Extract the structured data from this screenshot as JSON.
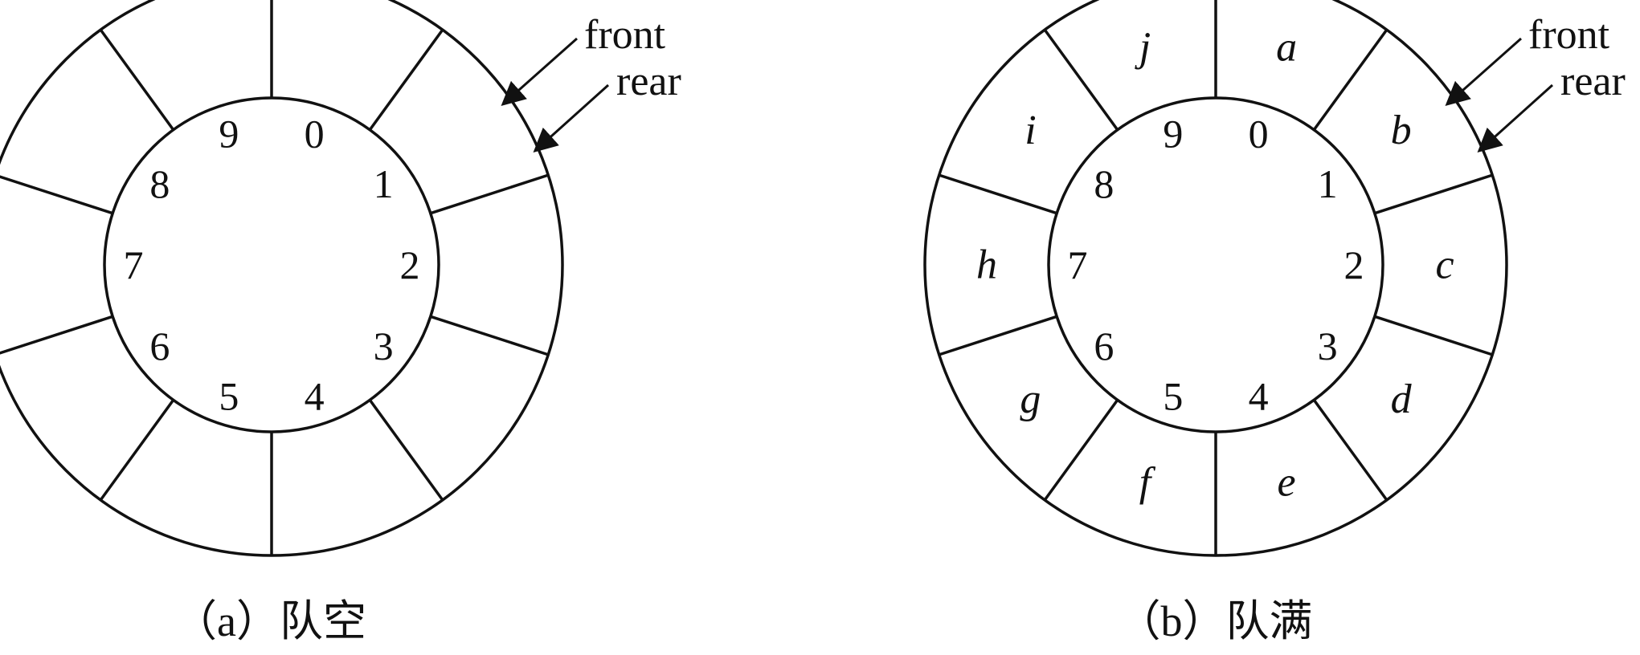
{
  "diagrams": [
    {
      "caption": "（a）队空",
      "slot_numbers": [
        "0",
        "1",
        "2",
        "3",
        "4",
        "5",
        "6",
        "7",
        "8",
        "9"
      ],
      "slot_elements": [
        "",
        "",
        "",
        "",
        "",
        "",
        "",
        "",
        "",
        ""
      ],
      "pointers": {
        "front": "front",
        "rear": "rear"
      }
    },
    {
      "caption": "（b）队满",
      "slot_numbers": [
        "0",
        "1",
        "2",
        "3",
        "4",
        "5",
        "6",
        "7",
        "8",
        "9"
      ],
      "slot_elements": [
        "a",
        "b",
        "c",
        "d",
        "e",
        "f",
        "g",
        "h",
        "i",
        "j"
      ],
      "pointers": {
        "front": "front",
        "rear": "rear"
      }
    }
  ]
}
